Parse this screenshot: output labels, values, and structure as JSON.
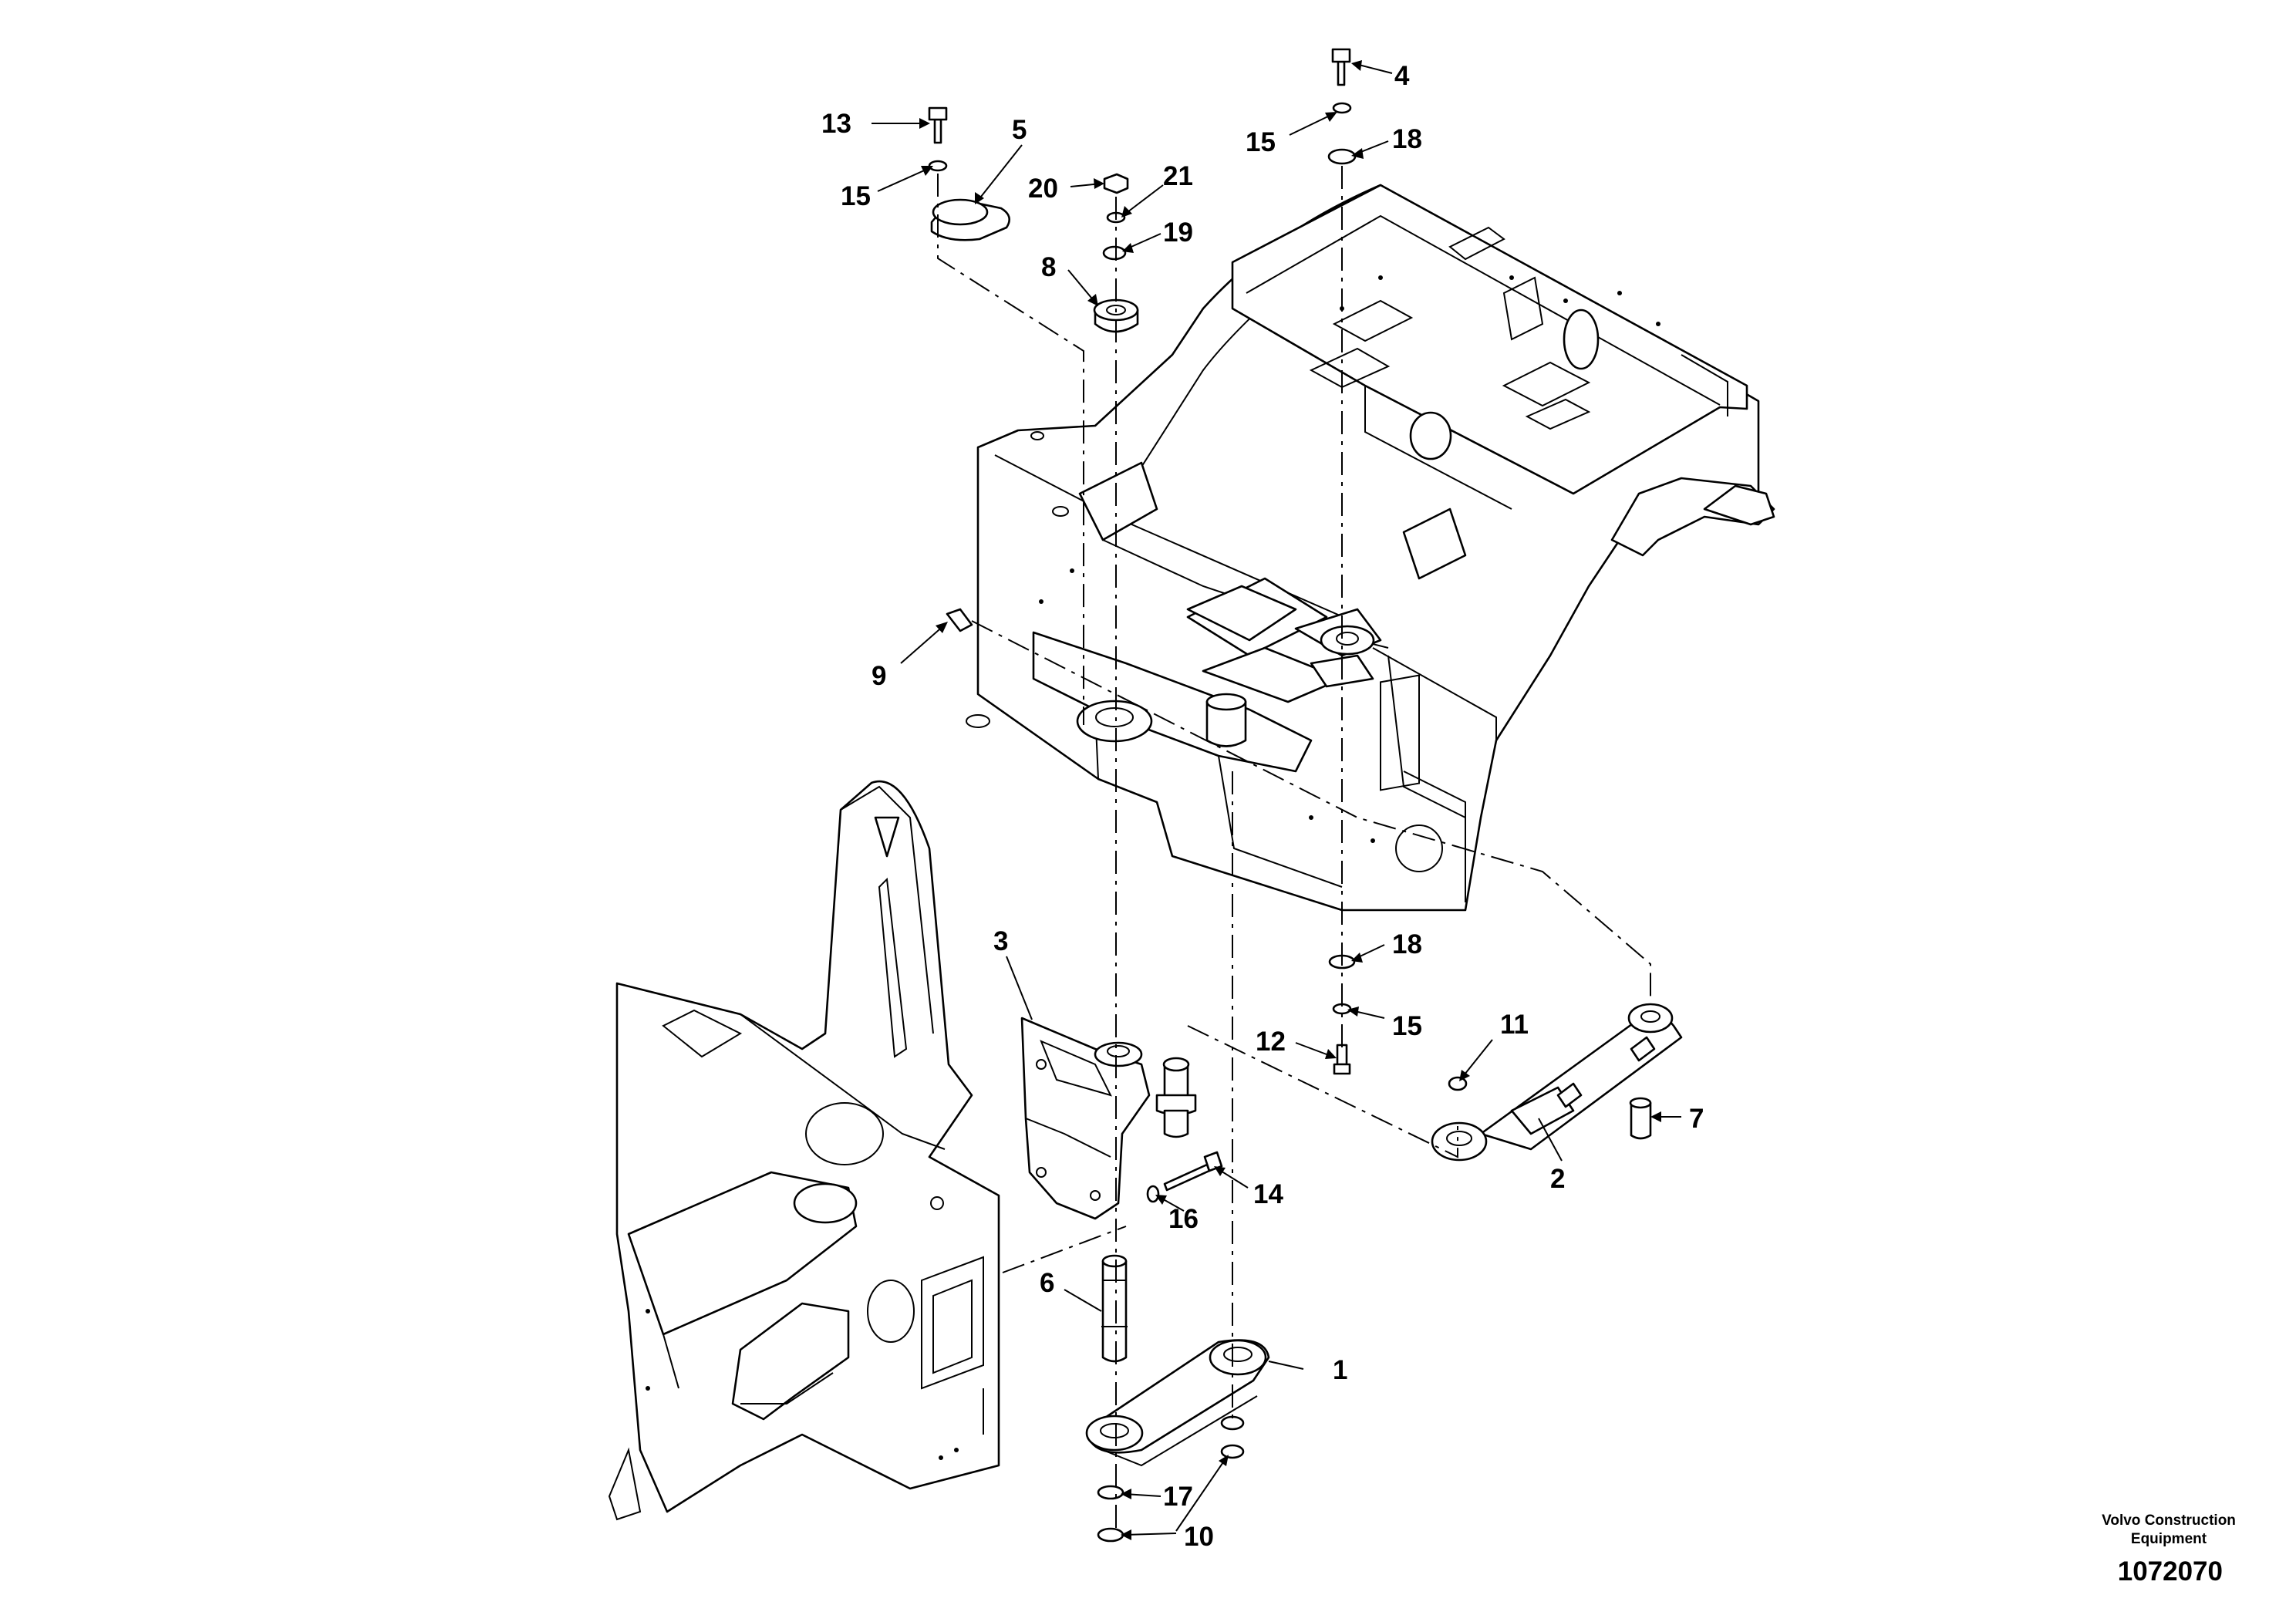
{
  "callouts": [
    {
      "id": "1",
      "label": "1"
    },
    {
      "id": "2",
      "label": "2"
    },
    {
      "id": "3",
      "label": "3"
    },
    {
      "id": "4",
      "label": "4"
    },
    {
      "id": "5",
      "label": "5"
    },
    {
      "id": "6",
      "label": "6"
    },
    {
      "id": "7",
      "label": "7"
    },
    {
      "id": "8",
      "label": "8"
    },
    {
      "id": "9",
      "label": "9"
    },
    {
      "id": "10",
      "label": "10"
    },
    {
      "id": "11",
      "label": "11"
    },
    {
      "id": "12",
      "label": "12"
    },
    {
      "id": "13",
      "label": "13"
    },
    {
      "id": "14",
      "label": "14"
    },
    {
      "id": "15a",
      "label": "15"
    },
    {
      "id": "15b",
      "label": "15"
    },
    {
      "id": "15c",
      "label": "15"
    },
    {
      "id": "16",
      "label": "16"
    },
    {
      "id": "17",
      "label": "17"
    },
    {
      "id": "18a",
      "label": "18"
    },
    {
      "id": "18b",
      "label": "18"
    },
    {
      "id": "19",
      "label": "19"
    },
    {
      "id": "20",
      "label": "20"
    },
    {
      "id": "21",
      "label": "21"
    }
  ],
  "footer": {
    "company_line1": "Volvo Construction",
    "company_line2": "Equipment",
    "drawing_number": "1072070"
  }
}
